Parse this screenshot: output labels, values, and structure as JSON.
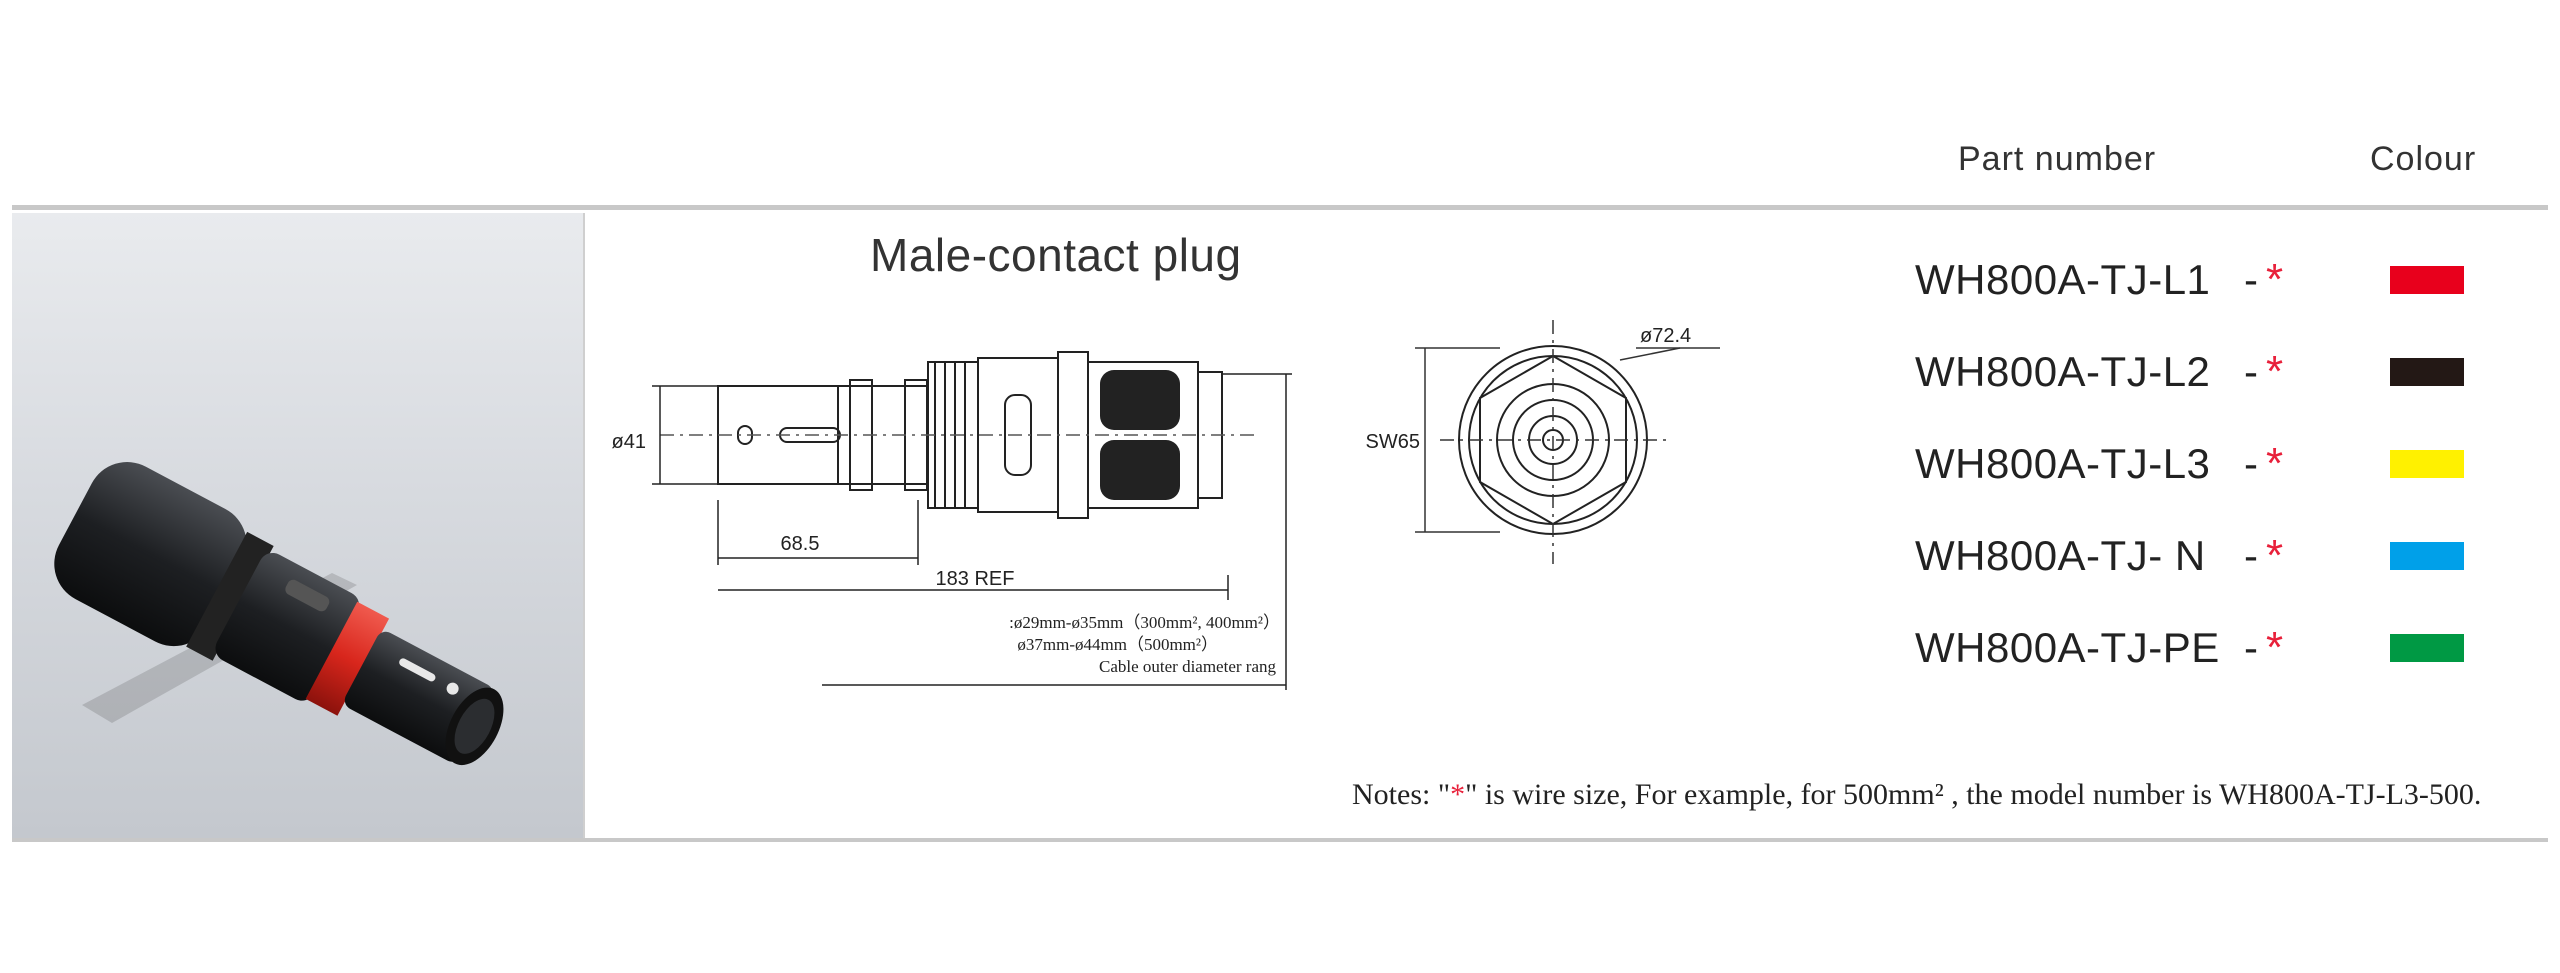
{
  "header": {
    "part_number_label": "Part number",
    "colour_label": "Colour"
  },
  "product": {
    "title": "Male-contact plug",
    "photo_icon": "connector-plug-photo"
  },
  "drawing": {
    "dia_body": "ø41",
    "len_short": "68.5",
    "len_total": "183 REF",
    "cable_line1": ":ø29mm-ø35mm（300mm², 400mm²）",
    "cable_line2": "ø37mm-ø44mm（500mm²）",
    "cable_line3": "Cable outer diameter rang",
    "hex": "SW65",
    "dia_front": "ø72.4"
  },
  "parts": [
    {
      "number": "WH800A-TJ-L1",
      "dash": "-",
      "star": "*",
      "color": "#e8001c"
    },
    {
      "number": "WH800A-TJ-L2",
      "dash": "-",
      "star": "*",
      "color": "#231815"
    },
    {
      "number": "WH800A-TJ-L3",
      "dash": "-",
      "star": "*",
      "color": "#fff100"
    },
    {
      "number": "WH800A-TJ- N",
      "dash": "-",
      "star": "*",
      "color": "#00a0e9"
    },
    {
      "number": "WH800A-TJ-PE",
      "dash": "-",
      "star": "*",
      "color": "#009944"
    }
  ],
  "notes": {
    "prefix": "Notes: \"",
    "star": "*",
    "suffix": "\" is wire size,  For example, for 500mm² , the model number is WH800A-TJ-L3-500."
  }
}
